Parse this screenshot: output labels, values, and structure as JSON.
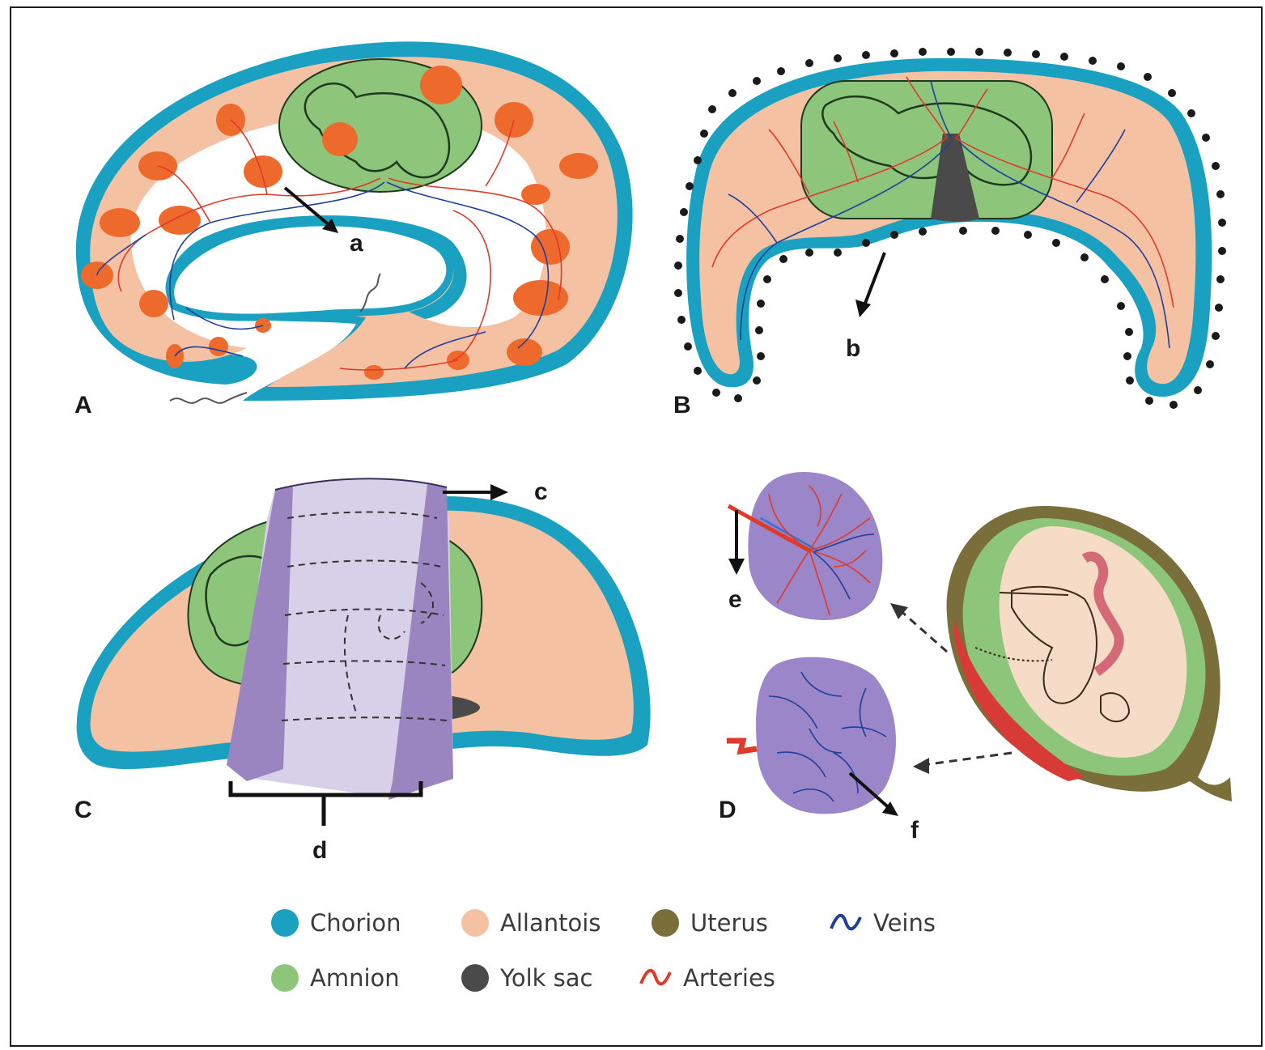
{
  "panels": {
    "a_label": "A",
    "b_label": "B",
    "c_label": "C",
    "d_label": "D"
  },
  "pointers": {
    "a": "a",
    "b": "b",
    "c": "c",
    "d": "d",
    "e": "e",
    "f": "f"
  },
  "legend": {
    "items": [
      {
        "label": "Chorion",
        "color": "#1aa0c0",
        "kind": "dot"
      },
      {
        "label": "Allantois",
        "color": "#f4c1a3",
        "kind": "dot"
      },
      {
        "label": "Uterus",
        "color": "#7a6e3a",
        "kind": "dot"
      },
      {
        "label": "Veins",
        "color": "#1f3f9a",
        "kind": "wave"
      },
      {
        "label": "Amnion",
        "color": "#8dc67a",
        "kind": "dot"
      },
      {
        "label": "Yolk sac",
        "color": "#4a4a4a",
        "kind": "dot"
      },
      {
        "label": "Arteries",
        "color": "#e03a2a",
        "kind": "wave"
      }
    ]
  },
  "colors": {
    "chorion": "#1aa0c0",
    "allantois": "#f4c1a3",
    "amnion": "#8dc67a",
    "yolk_sac": "#4a4a4a",
    "uterus": "#7a6e3a",
    "cotyledon": "#ee6a2c",
    "zonary_band": "#d8d0e8",
    "zonary_edge": "#9a85c0",
    "discoid": "#9a86c8",
    "artery": "#e03a2a",
    "vein": "#1f3f9a"
  }
}
